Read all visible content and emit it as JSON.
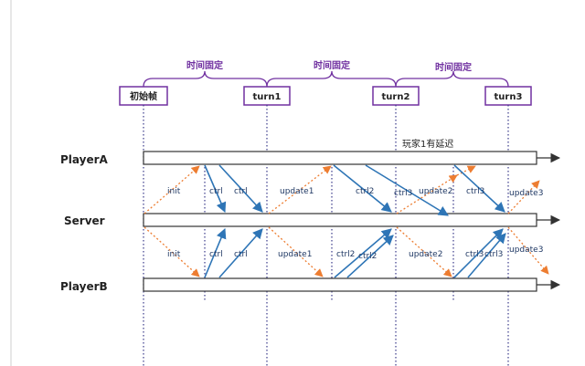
{
  "brackets": [
    {
      "label": "时间固定"
    },
    {
      "label": "时间固定"
    },
    {
      "label": "时间固定"
    }
  ],
  "turns": [
    {
      "label": "初始帧"
    },
    {
      "label": "turn1"
    },
    {
      "label": "turn2"
    },
    {
      "label": "turn3"
    }
  ],
  "lanes": [
    {
      "label": "PlayerA"
    },
    {
      "label": "Server"
    },
    {
      "label": "PlayerB"
    }
  ],
  "delay_note": "玩家1有延迟",
  "arrows": [
    {
      "label": "init"
    },
    {
      "label": "ctrl"
    },
    {
      "label": "ctrl"
    },
    {
      "label": "update1"
    },
    {
      "label": "ctrl2"
    },
    {
      "label": "ctrl3"
    },
    {
      "label": "update2"
    },
    {
      "label": "ctrl3"
    },
    {
      "label": "update3"
    },
    {
      "label": "init"
    },
    {
      "label": "ctrl"
    },
    {
      "label": "ctrl"
    },
    {
      "label": "update1"
    },
    {
      "label": "ctrl2"
    },
    {
      "label": "ctrl2"
    },
    {
      "label": "update2"
    },
    {
      "label": "ctrl3"
    },
    {
      "label": "ctrl3"
    },
    {
      "label": "update3"
    }
  ],
  "colors": {
    "purple": "#7030a0",
    "blue": "#2e75b6",
    "orange": "#ed7d31",
    "lane": "#333333",
    "divider": "#3a3a8a"
  }
}
